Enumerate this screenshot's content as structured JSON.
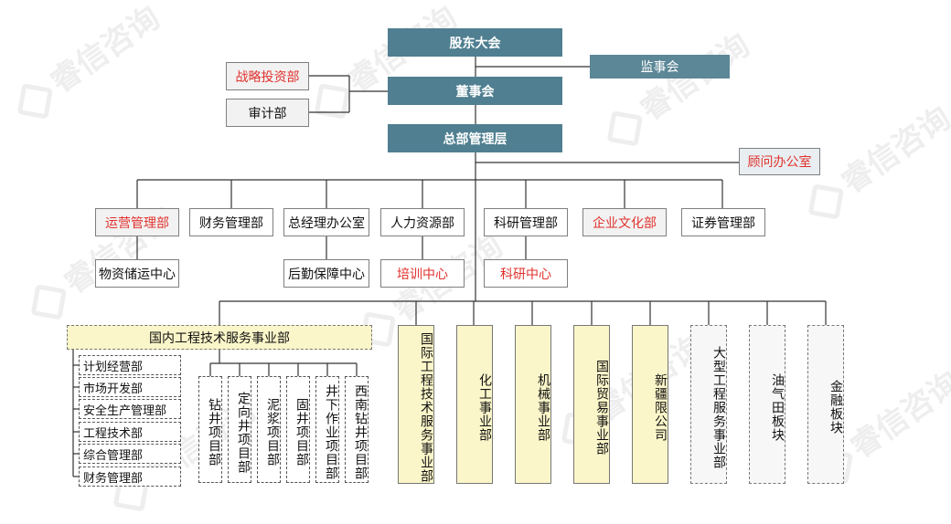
{
  "watermark": "睿信咨询",
  "top": {
    "shareholders": "股东大会",
    "supervisory": "监事会",
    "board": "董事会",
    "hq": "总部管理层",
    "strategy": "战略投资部",
    "audit": "审计部",
    "advisor": "顾问办公室"
  },
  "departments": [
    "运营管理部",
    "财务管理部",
    "总经理办公室",
    "人力资源部",
    "科研管理部",
    "企业文化部",
    "证券管理部"
  ],
  "centers": {
    "logistics": "物资储运中心",
    "support": "后勤保障中心",
    "training": "培训中心",
    "research": "科研中心"
  },
  "domestic": {
    "title": "国内工程技术服务事业部",
    "offices": [
      "计划经营部",
      "市场开发部",
      "安全生产管理部",
      "工程技术部",
      "综合管理部",
      "财务管理部"
    ],
    "projects": [
      "钻井项目部",
      "定向井项目部",
      "泥浆项目部",
      "固井项目部",
      "井下作业项目部",
      "西南钻井项目部"
    ]
  },
  "divisions": [
    "国际工程技术服务事业部",
    "化工事业部",
    "机械事业部",
    "国际贸易事业部",
    "新疆限公司"
  ],
  "planned": [
    "大型工程服务事业部",
    "油气田板块",
    "金融板块"
  ],
  "colors": {
    "teal": "#4f7f90",
    "red_text": "#e0322e",
    "yellow": "#fbf6c9"
  }
}
